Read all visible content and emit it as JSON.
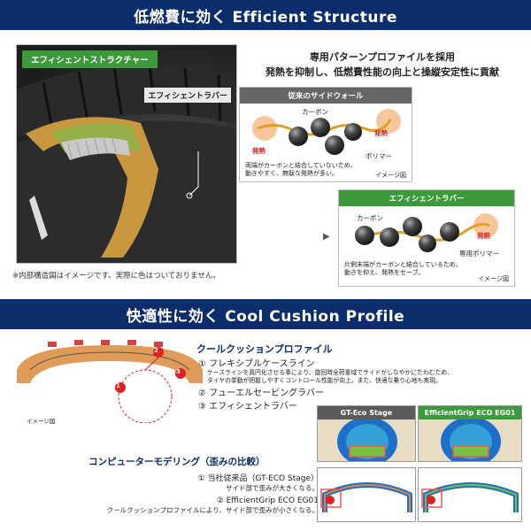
{
  "top": {
    "header": "低燃費に効く Efficient Structure",
    "photo_label": "エフィシェントストラクチャー",
    "rubber_label": "エフィシェントラバー",
    "photo_note": "※内部構造図はイメージです。実際に色はついておりません。",
    "headline_1": "専用パターンプロファイルを採用",
    "headline_2": "発熱を抑制し、低燃費性能の向上と操縦安定性に貢献",
    "panel_old": {
      "title": "従来のサイドウォール",
      "carbon": "カーボン",
      "heat_left": "発熱",
      "heat_right": "発熱",
      "polymer": "ポリマー",
      "desc": "両端がカーボンと結合していないため、\n動きやすく、無駄な発熱が多い。",
      "image_note": "イメージ図"
    },
    "panel_new": {
      "title": "エフィシェントラバー",
      "carbon": "カーボン",
      "heat": "発熱",
      "polymer": "専用ポリマー",
      "desc": "片側末端がカーボンと結合しているため、\n動きを抑え、発熱をセーブ。",
      "image_note": "イメージ図"
    }
  },
  "bottom": {
    "header": "快適性に効く Cool Cushion Profile",
    "image_note": "イメージ図",
    "title": "クールクッションプロファイル",
    "item1": "① フレキシブルケースライン",
    "item1_desc": "ケースラインを真円化させる事により、旋回時全荷重域でサイドがしなやかにたわむため、\nタイヤの挙動が把握しやすくコントロール性能が向上。また、快適な乗り心地も実現。",
    "item2": "② フューエルセービングラバー",
    "item3": "③ エフィシェントラバー",
    "modeling_title": "コンピューターモデリング（歪みの比較）",
    "model1": "① 当社従来品（GT-ECO Stage）",
    "model1_desc": "サイド部で歪みが大きくなる。",
    "model2": "② EfficientGrip ECO EG01",
    "model2_desc": "クールクッションプロファイルにより、サイド部で歪みが小さくなる。",
    "tag_old": "GT-Eco Stage",
    "tag_new": "EfficientGrip ECO EG01",
    "marker1": "1",
    "marker2": "2",
    "marker3": "3"
  }
}
